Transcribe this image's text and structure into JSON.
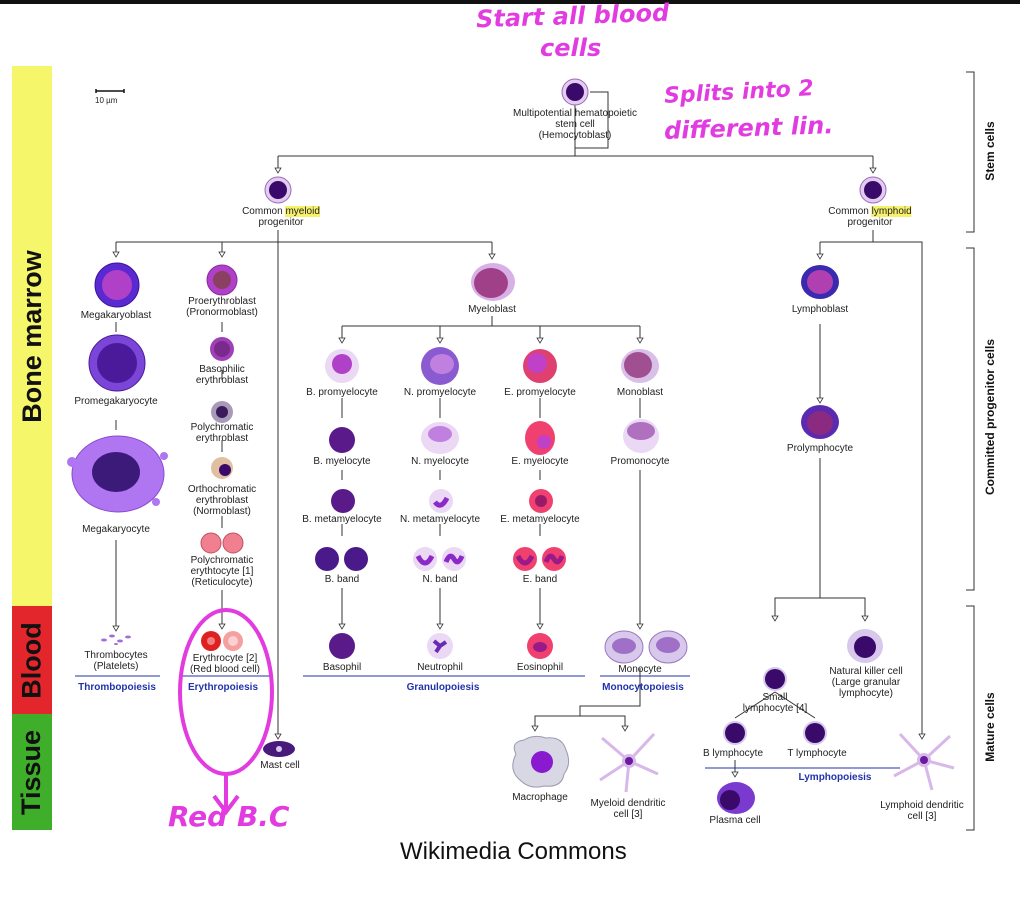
{
  "bands": {
    "bone_marrow": "Bone marrow",
    "blood": "Blood",
    "tissue": "Tissue",
    "colors": {
      "bone_marrow": "#f6f66a",
      "blood": "#e3262b",
      "tissue": "#3fae2a"
    }
  },
  "side_labels": {
    "stem": "Stem cells",
    "committed": "Committed progenitor cells",
    "mature": "Mature cells"
  },
  "scale_bar": "10 µm",
  "cells": {
    "hemocytoblast": "Multipotential hematopoietic\nstem cell\n(Hemocytoblast)",
    "myeloid_pre": "Common ",
    "myeloid_hl": "myeloid",
    "myeloid_post": "progenitor",
    "lymphoid_pre": "Common ",
    "lymphoid_hl": "lymphoid",
    "lymphoid_post": "progenitor",
    "megakaryoblast": "Megakaryoblast",
    "promegakaryocyte": "Promegakaryocyte",
    "megakaryocyte": "Megakaryocyte",
    "proerythroblast": "Proerythroblast\n(Pronormoblast)",
    "basophilic_erythroblast": "Basophilic\nerythroblast",
    "polychromatic_erythroblast": "Polychromatic\nerythroblast",
    "orthochromatic_erythroblast": "Orthochromatic\nerythroblast\n(Normoblast)",
    "reticulocyte": "Polychromatic\nerythtocyte [1]\n(Reticulocyte)",
    "myeloblast": "Myeloblast",
    "b_promyelocyte": "B. promyelocyte",
    "n_promyelocyte": "N. promyelocyte",
    "e_promyelocyte": "E. promyelocyte",
    "monoblast": "Monoblast",
    "b_myelocyte": "B. myelocyte",
    "n_myelocyte": "N. myelocyte",
    "e_myelocyte": "E. myelocyte",
    "promonocyte": "Promonocyte",
    "b_metamyelocyte": "B. metamyelocyte",
    "n_metamyelocyte": "N. metamyelocyte",
    "e_metamyelocyte": "E. metamyelocyte",
    "b_band": "B. band",
    "n_band": "N. band",
    "e_band": "E. band",
    "lymphoblast": "Lymphoblast",
    "prolymphocyte": "Prolymphocyte",
    "thrombocytes": "Thrombocytes\n(Platelets)",
    "erythrocyte": "Erythrocyte [2]\n(Red blood cell)",
    "basophil": "Basophil",
    "neutrophil": "Neutrophil",
    "eosinophil": "Eosinophil",
    "monocyte": "Monocyte",
    "nk_cell": "Natural killer cell\n(Large granular\nlymphocyte)",
    "small_lymphocyte": "Small\nlymphocyte [4]",
    "b_lymphocyte": "B lymphocyte",
    "t_lymphocyte": "T lymphocyte",
    "mast_cell": "Mast cell",
    "macrophage": "Macrophage",
    "myeloid_dendritic": "Myeloid dendritic\ncell [3]",
    "plasma_cell": "Plasma cell",
    "lymphoid_dendritic": "Lymphoid dendritic\ncell [3]"
  },
  "processes": {
    "thrombopoiesis": "Thrombopoiesis",
    "erythropoiesis": "Erythropoiesis",
    "granulopoiesis": "Granulopoiesis",
    "monocytopoiesis": "Monocytopoiesis",
    "lymphopoiesis": "Lymphopoiesis"
  },
  "annotations": {
    "start_line1": "Start all blood",
    "start_line2": "cells",
    "splits_line1": "Splits into 2",
    "splits_line2": "different lin.",
    "red_bc": "Red B.C",
    "color": "#e23be0"
  },
  "caption": "Wikimedia Commons"
}
